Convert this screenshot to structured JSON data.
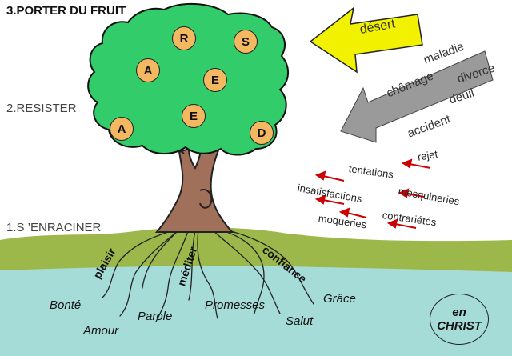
{
  "steps": {
    "fruit": "3.PORTER DU FRUIT",
    "resist": "2.RESISTER",
    "root": "1.S ’ENRACINER"
  },
  "fruits": [
    "R",
    "S",
    "A",
    "E",
    "A",
    "E",
    "D"
  ],
  "arrows": {
    "desert": "désert",
    "troubles": [
      "maladie",
      "chômage",
      "divorce",
      "deuil",
      "accident"
    ]
  },
  "temptations": [
    "rejet",
    "tentations",
    "insatisfactions",
    "mesquineries",
    "contrariétés",
    "moqueries"
  ],
  "roots": [
    "plaisir",
    "méditer",
    "confiance"
  ],
  "values": [
    "Bonté",
    "Amour",
    "Parole",
    "Promesses",
    "Salut",
    "Grâce"
  ],
  "badge": {
    "line1": "en",
    "line2": "CHRIST"
  },
  "colors": {
    "foliage": "#33cc6a",
    "fruit": "#f4b860",
    "trunk": "#a0705a",
    "grass": "#9cb84a",
    "water": "#a6dcd8",
    "desert_arrow": "#f2f200",
    "trouble_arrow": "#999999",
    "small_arrow": "#cc0000"
  }
}
